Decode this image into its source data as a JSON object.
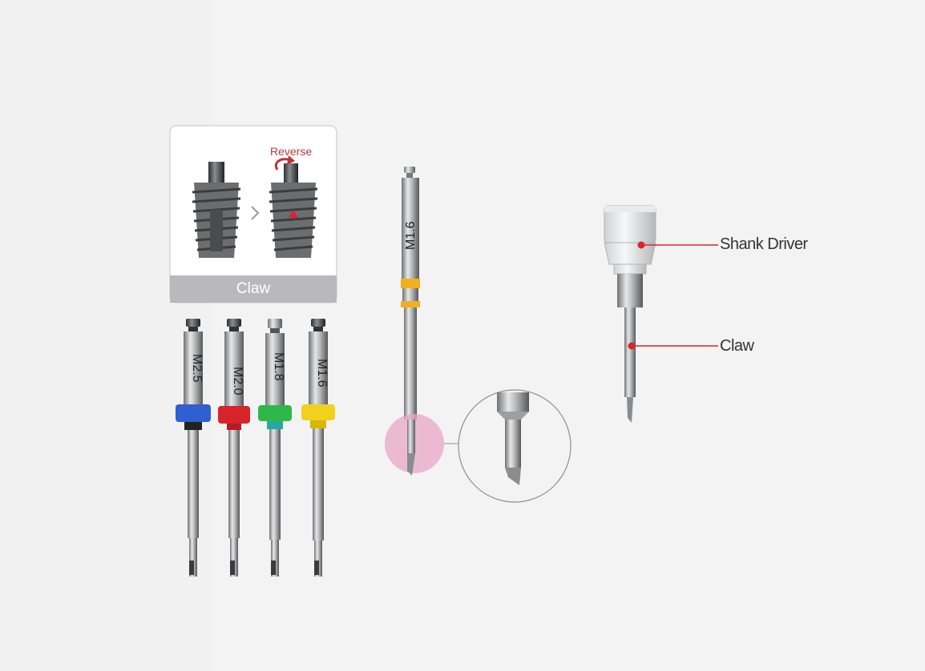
{
  "inset": {
    "reverse_label": "Reverse",
    "caption": "Claw"
  },
  "drivers": [
    {
      "label": "M2.5",
      "ring_color": "#2f5fd0"
    },
    {
      "label": "M2.0",
      "ring_color": "#d9232b"
    },
    {
      "label": "M1.8",
      "ring_color": "#2fb84a"
    },
    {
      "label": "M1.6",
      "ring_color": "#f0d21e"
    }
  ],
  "main_driver": {
    "label": "M1.6",
    "band_color": "#f0b020",
    "highlight_color": "#e9a6c8"
  },
  "callouts": {
    "shank_driver": "Shank Driver",
    "claw": "Claw",
    "dot_color": "#d7262f"
  }
}
